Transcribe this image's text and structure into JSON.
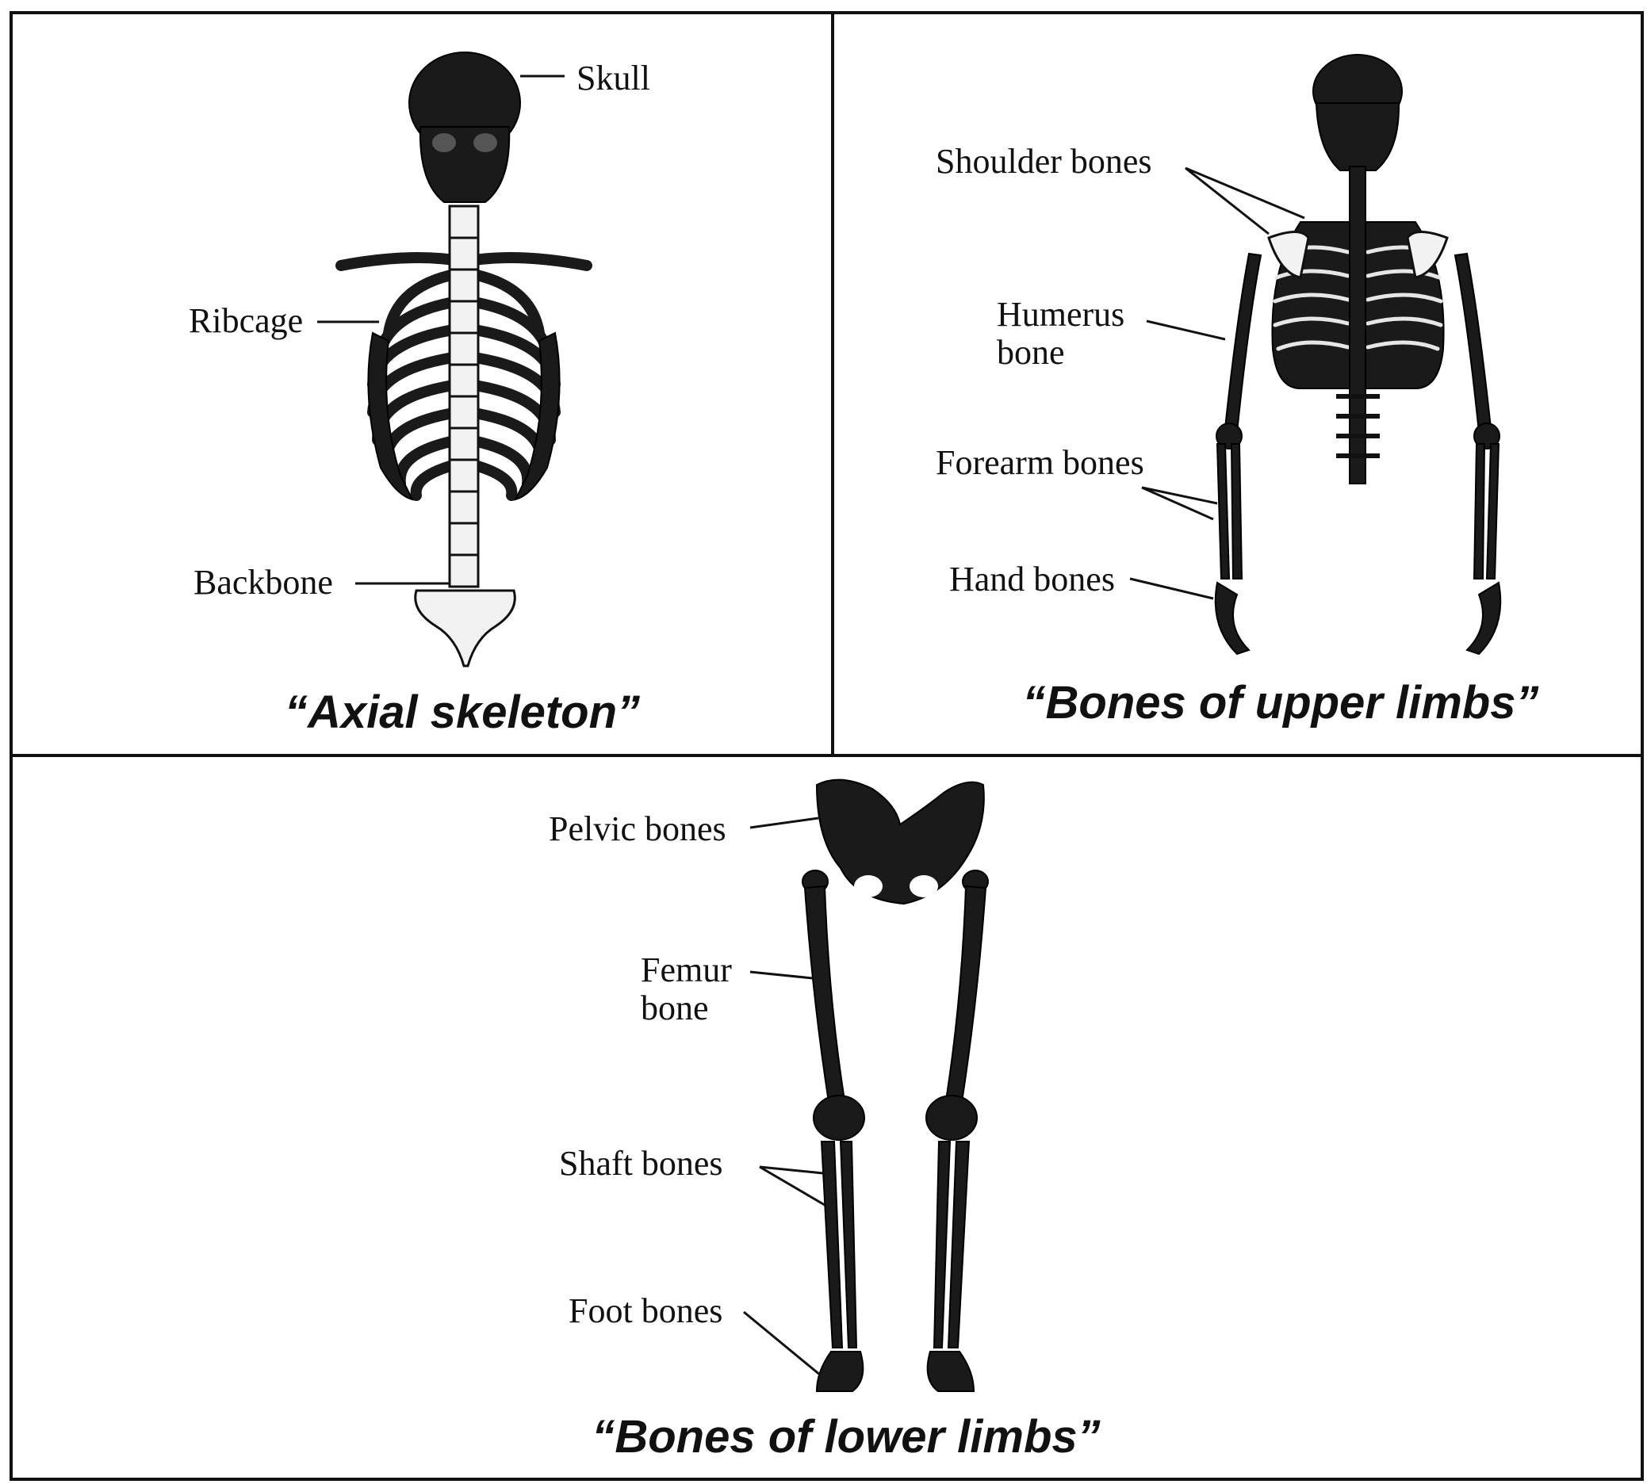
{
  "panels": {
    "axial": {
      "caption": "“Axial skeleton”",
      "labels": {
        "skull": "Skull",
        "ribcage": "Ribcage",
        "backbone": "Backbone"
      }
    },
    "upper": {
      "caption": "“Bones of upper limbs”",
      "labels": {
        "shoulder": "Shoulder bones",
        "humerus_1": "Humerus",
        "humerus_2": "bone",
        "forearm": "Forearm bones",
        "hand": "Hand bones"
      }
    },
    "lower": {
      "caption": "“Bones of lower limbs”",
      "labels": {
        "pelvic": "Pelvic bones",
        "femur_1": "Femur",
        "femur_2": "bone",
        "shaft": "Shaft bones",
        "foot": "Foot bones"
      }
    }
  }
}
